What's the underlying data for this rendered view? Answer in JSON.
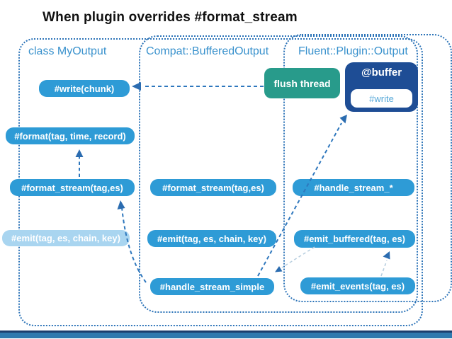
{
  "title": "When plugin overrides #format_stream",
  "containers": {
    "left": {
      "label": "class MyOutput"
    },
    "middle": {
      "label": "Compat::BufferedOutput"
    },
    "right": {
      "label": "Fluent::Plugin::Output"
    }
  },
  "nodes": {
    "write_chunk": "#write(chunk)",
    "format": "#format(tag, time, record)",
    "format_stream_my": "#format_stream(tag,es)",
    "emit_my": "#emit(tag, es, chain, key)",
    "format_stream_compat": "#format_stream(tag,es)",
    "emit_compat": "#emit(tag, es, chain, key)",
    "handle_stream_simple": "#handle_stream_simple",
    "flush_thread": "flush thread",
    "buffer": "@buffer",
    "buffer_write": "#write",
    "handle_stream_star": "#handle_stream_*",
    "emit_buffered": "#emit_buffered(tag, es)",
    "emit_events": "#emit_events(tag, es)"
  },
  "colors": {
    "box_blue": "#2E9BD6",
    "box_blue_faded": "#A9D5F0",
    "teal": "#289B8B",
    "navy": "#1E4D95",
    "container_border": "#2D74B8",
    "label_blue": "#3A92CD",
    "arrow_blue": "#2E77BD",
    "arrow_faint": "#B7CEDF",
    "bottom_bar": "#2E79AE",
    "bottom_line": "#1B3E6D"
  }
}
